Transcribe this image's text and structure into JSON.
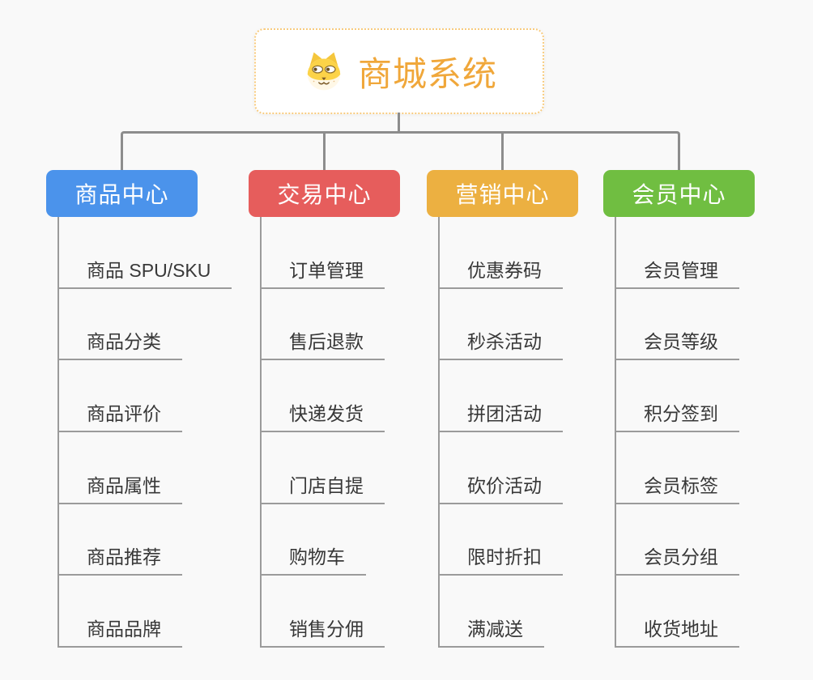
{
  "root": {
    "title": "商城系统",
    "icon": "dog-face-icon",
    "text_color": "#f0a73a",
    "border_color": "#f8cb7e"
  },
  "connector_color": "#8d8d8d",
  "underline_color": "#9b9b9b",
  "branches": [
    {
      "label": "商品中心",
      "color": "#4b93eb",
      "children": [
        "商品 SPU/SKU",
        "商品分类",
        "商品评价",
        "商品属性",
        "商品推荐",
        "商品品牌"
      ]
    },
    {
      "label": "交易中心",
      "color": "#e65d5c",
      "children": [
        "订单管理",
        "售后退款",
        "快递发货",
        "门店自提",
        "购物车",
        "销售分佣"
      ]
    },
    {
      "label": "营销中心",
      "color": "#ecb041",
      "children": [
        "优惠券码",
        "秒杀活动",
        "拼团活动",
        "砍价活动",
        "限时折扣",
        "满减送"
      ]
    },
    {
      "label": "会员中心",
      "color": "#70be41",
      "children": [
        "会员管理",
        "会员等级",
        "积分签到",
        "会员标签",
        "会员分组",
        "收货地址"
      ]
    }
  ]
}
